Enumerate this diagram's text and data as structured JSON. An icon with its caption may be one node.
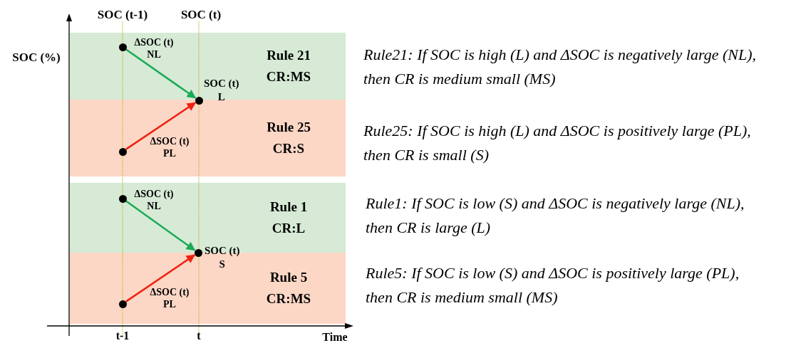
{
  "diagram": {
    "nodes": [
      {
        "text": [
          "Rule 21",
          "CR:MS"
        ]
      },
      {
        "text": [],
        "shape": "circle",
        "in": 0
      },
      {
        "text": [],
        "shape": "circle",
        "beside": [
          "SOC (t)",
          "L"
        ]
      },
      {
        "text": [
          "Rule 25",
          "CR:S"
        ]
      },
      {
        "text": [],
        "shape": "circle",
        "in": 3
      },
      {
        "text": [
          "Rule 1",
          "CR:L"
        ]
      },
      {
        "text": [],
        "shape": "circle",
        "in": 5
      },
      {
        "text": [],
        "shape": "circle",
        "beside": [
          "SOC (t)",
          "S"
        ]
      },
      {
        "text": [
          "Rule 5",
          "CR:MS"
        ]
      },
      {
        "text": [],
        "shape": "circle",
        "in": 8
      }
    ],
    "edges": [
      {
        "from": 1,
        "to": 2,
        "arrow": "to",
        "label": "ΔSOC (t) NL",
        "color": "#1aaa55"
      },
      {
        "from": 4,
        "to": 2,
        "arrow": "to",
        "label": "ΔSOC (t) PL",
        "color": "#ee2211"
      },
      {
        "from": 6,
        "to": 7,
        "arrow": "to",
        "label": "ΔSOC (t) NL",
        "color": "#1aaa55"
      },
      {
        "from": 9,
        "to": 7,
        "arrow": "to",
        "label": "ΔSOC (t) PL",
        "color": "#ee2211"
      }
    ],
    "labels": [
      "SOC (t-1)",
      "SOC (t)",
      "SOC (%)",
      "Rule21: If SOC is high (L) and ΔSOC is negatively large (NL), then CR is medium small (MS)",
      "Rule25: If SOC is high (L) and ΔSOC is positively large (PL), then CR is small (S)",
      "Rule1: If SOC is low (S) and ΔSOC is negatively large (NL), then CR is large (L)",
      "Rule5: If SOC is low (S) and ΔSOC is positively large (PL), then CR is medium small (MS)",
      "t-1",
      "t",
      "Time"
    ]
  }
}
